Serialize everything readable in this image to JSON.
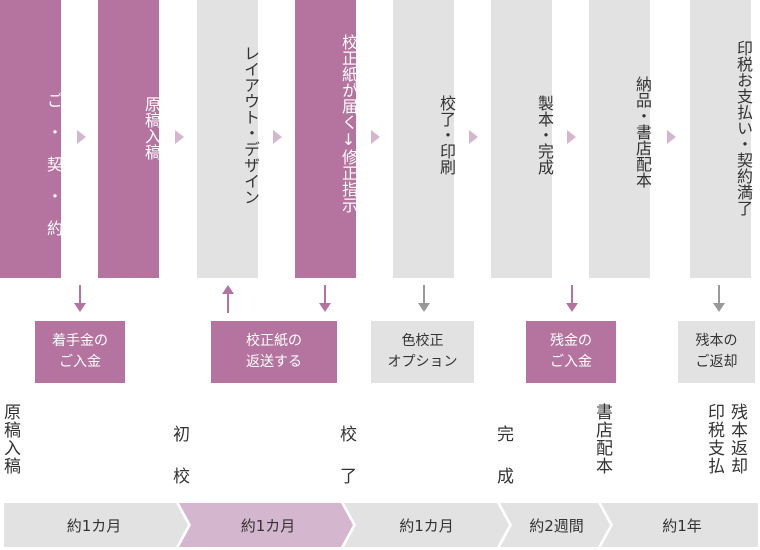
{
  "colors": {
    "purple": "#b5739f",
    "purple_light": "#d4b7cf",
    "gray": "#e2e2e2",
    "gray_dark": "#d6d6d6",
    "arrow_purple": "#b5739f",
    "arrow_gray": "#999999",
    "text_white": "#ffffff",
    "text_dark": "#333333"
  },
  "steps": [
    {
      "label": "ご・契・約",
      "variant": "purple"
    },
    {
      "label": "原稿入稿",
      "variant": "purple"
    },
    {
      "label": "レイアウト・デザイン",
      "variant": "gray"
    },
    {
      "label": "校正紙が届く↓修正指示",
      "variant": "purple"
    },
    {
      "label": "校了・印刷",
      "variant": "gray"
    },
    {
      "label": "製本・完成",
      "variant": "gray"
    },
    {
      "label": "納品・書店配本",
      "variant": "gray"
    },
    {
      "label": "印税お支払い・契約満了",
      "variant": "gray"
    }
  ],
  "flow_arrows": [
    {
      "dir": "down",
      "color": "purple"
    },
    {
      "dir": "up",
      "color": "purple"
    },
    {
      "dir": "down",
      "color": "purple"
    },
    {
      "dir": "down",
      "color": "gray"
    },
    {
      "dir": "down",
      "color": "purple"
    },
    {
      "dir": "down",
      "color": "gray"
    }
  ],
  "notes": [
    {
      "line1": "着手金の",
      "line2": "ご入金",
      "variant": "purple"
    },
    {
      "line1": "校正紙の",
      "line2": "返送する",
      "variant": "purple"
    },
    {
      "line1": "色校正",
      "line2": "オプション",
      "variant": "gray"
    },
    {
      "line1": "残金の",
      "line2": "ご入金",
      "variant": "purple"
    },
    {
      "line1": "残本の",
      "line2": "ご返却",
      "variant": "gray"
    }
  ],
  "milestones": {
    "genko": "原稿入稿",
    "sho1": "初",
    "sho2": "校",
    "kou1": "校",
    "kou2": "了",
    "kan1": "完",
    "kan2": "成",
    "shoten": "書店配本",
    "inzei": "印税支払",
    "zanpon": "残本返却"
  },
  "timeline": [
    {
      "label": "約1カ月",
      "variant": "gray"
    },
    {
      "label": "約1カ月",
      "variant": "purple"
    },
    {
      "label": "約1カ月",
      "variant": "gray"
    },
    {
      "label": "約2週間",
      "variant": "gray"
    },
    {
      "label": "約1年",
      "variant": "gray"
    }
  ]
}
